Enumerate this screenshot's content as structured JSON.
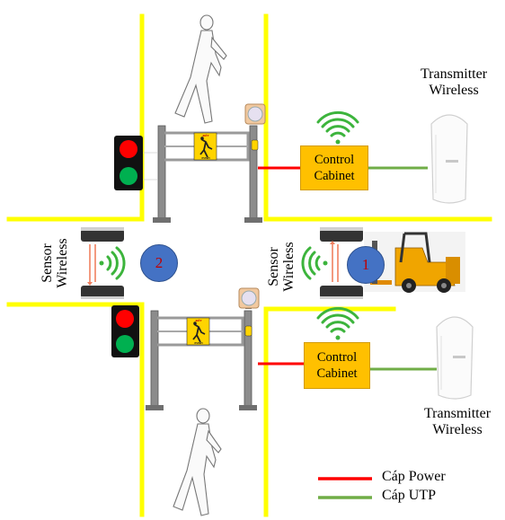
{
  "labels": {
    "transmitter_top": [
      "Transmitter",
      "Wireless"
    ],
    "transmitter_bottom": [
      "Transmitter",
      "Wireless"
    ],
    "cabinet_top": [
      "Control",
      "Cabinet"
    ],
    "cabinet_bottom": [
      "Control",
      "Cabinet"
    ],
    "sensor_left": [
      "Sensor",
      "Wireless"
    ],
    "sensor_right": [
      "Sensor",
      "Wireless"
    ],
    "marker_1": "1",
    "marker_2": "2",
    "gate_sign_top": "ĐẨY",
    "gate_sign_bottom": "PUSH"
  },
  "legend": [
    {
      "label": "Cáp Power",
      "color": "#ff0000"
    },
    {
      "label": "Cáp UTP",
      "color": "#70ad47"
    }
  ],
  "colors": {
    "wall": "#ffff00",
    "cabinet": "#ffc000",
    "marker": "#4472c4",
    "marker_text": "#c00000",
    "wifi": "#3cb43c",
    "light_red": "#ff0000",
    "light_green": "#00b050",
    "forklift": "#f0a500"
  }
}
